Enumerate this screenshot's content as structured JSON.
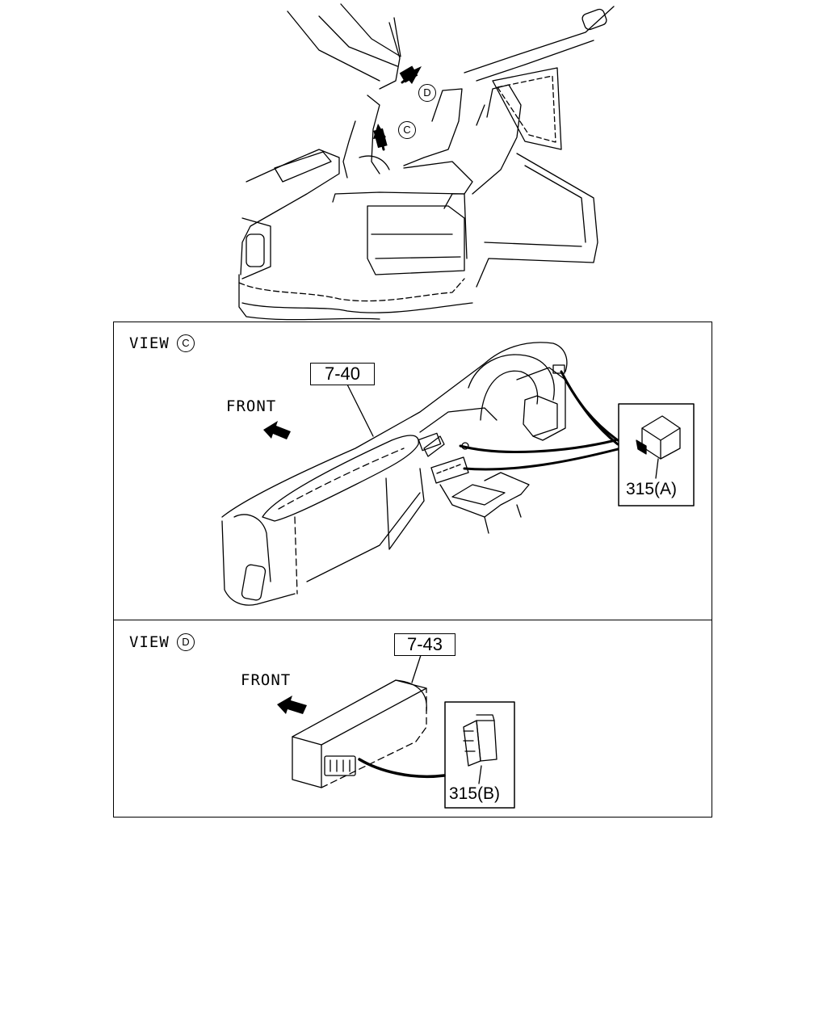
{
  "overview": {
    "view_c_marker": "C",
    "view_d_marker": "D"
  },
  "view_c": {
    "title": "VIEW",
    "marker": "C",
    "front_label": "FRONT",
    "ref_code": "7-40",
    "part_label": "315(A)"
  },
  "view_d": {
    "title": "VIEW",
    "marker": "D",
    "front_label": "FRONT",
    "ref_code": "7-43",
    "part_label": "315(B)"
  }
}
